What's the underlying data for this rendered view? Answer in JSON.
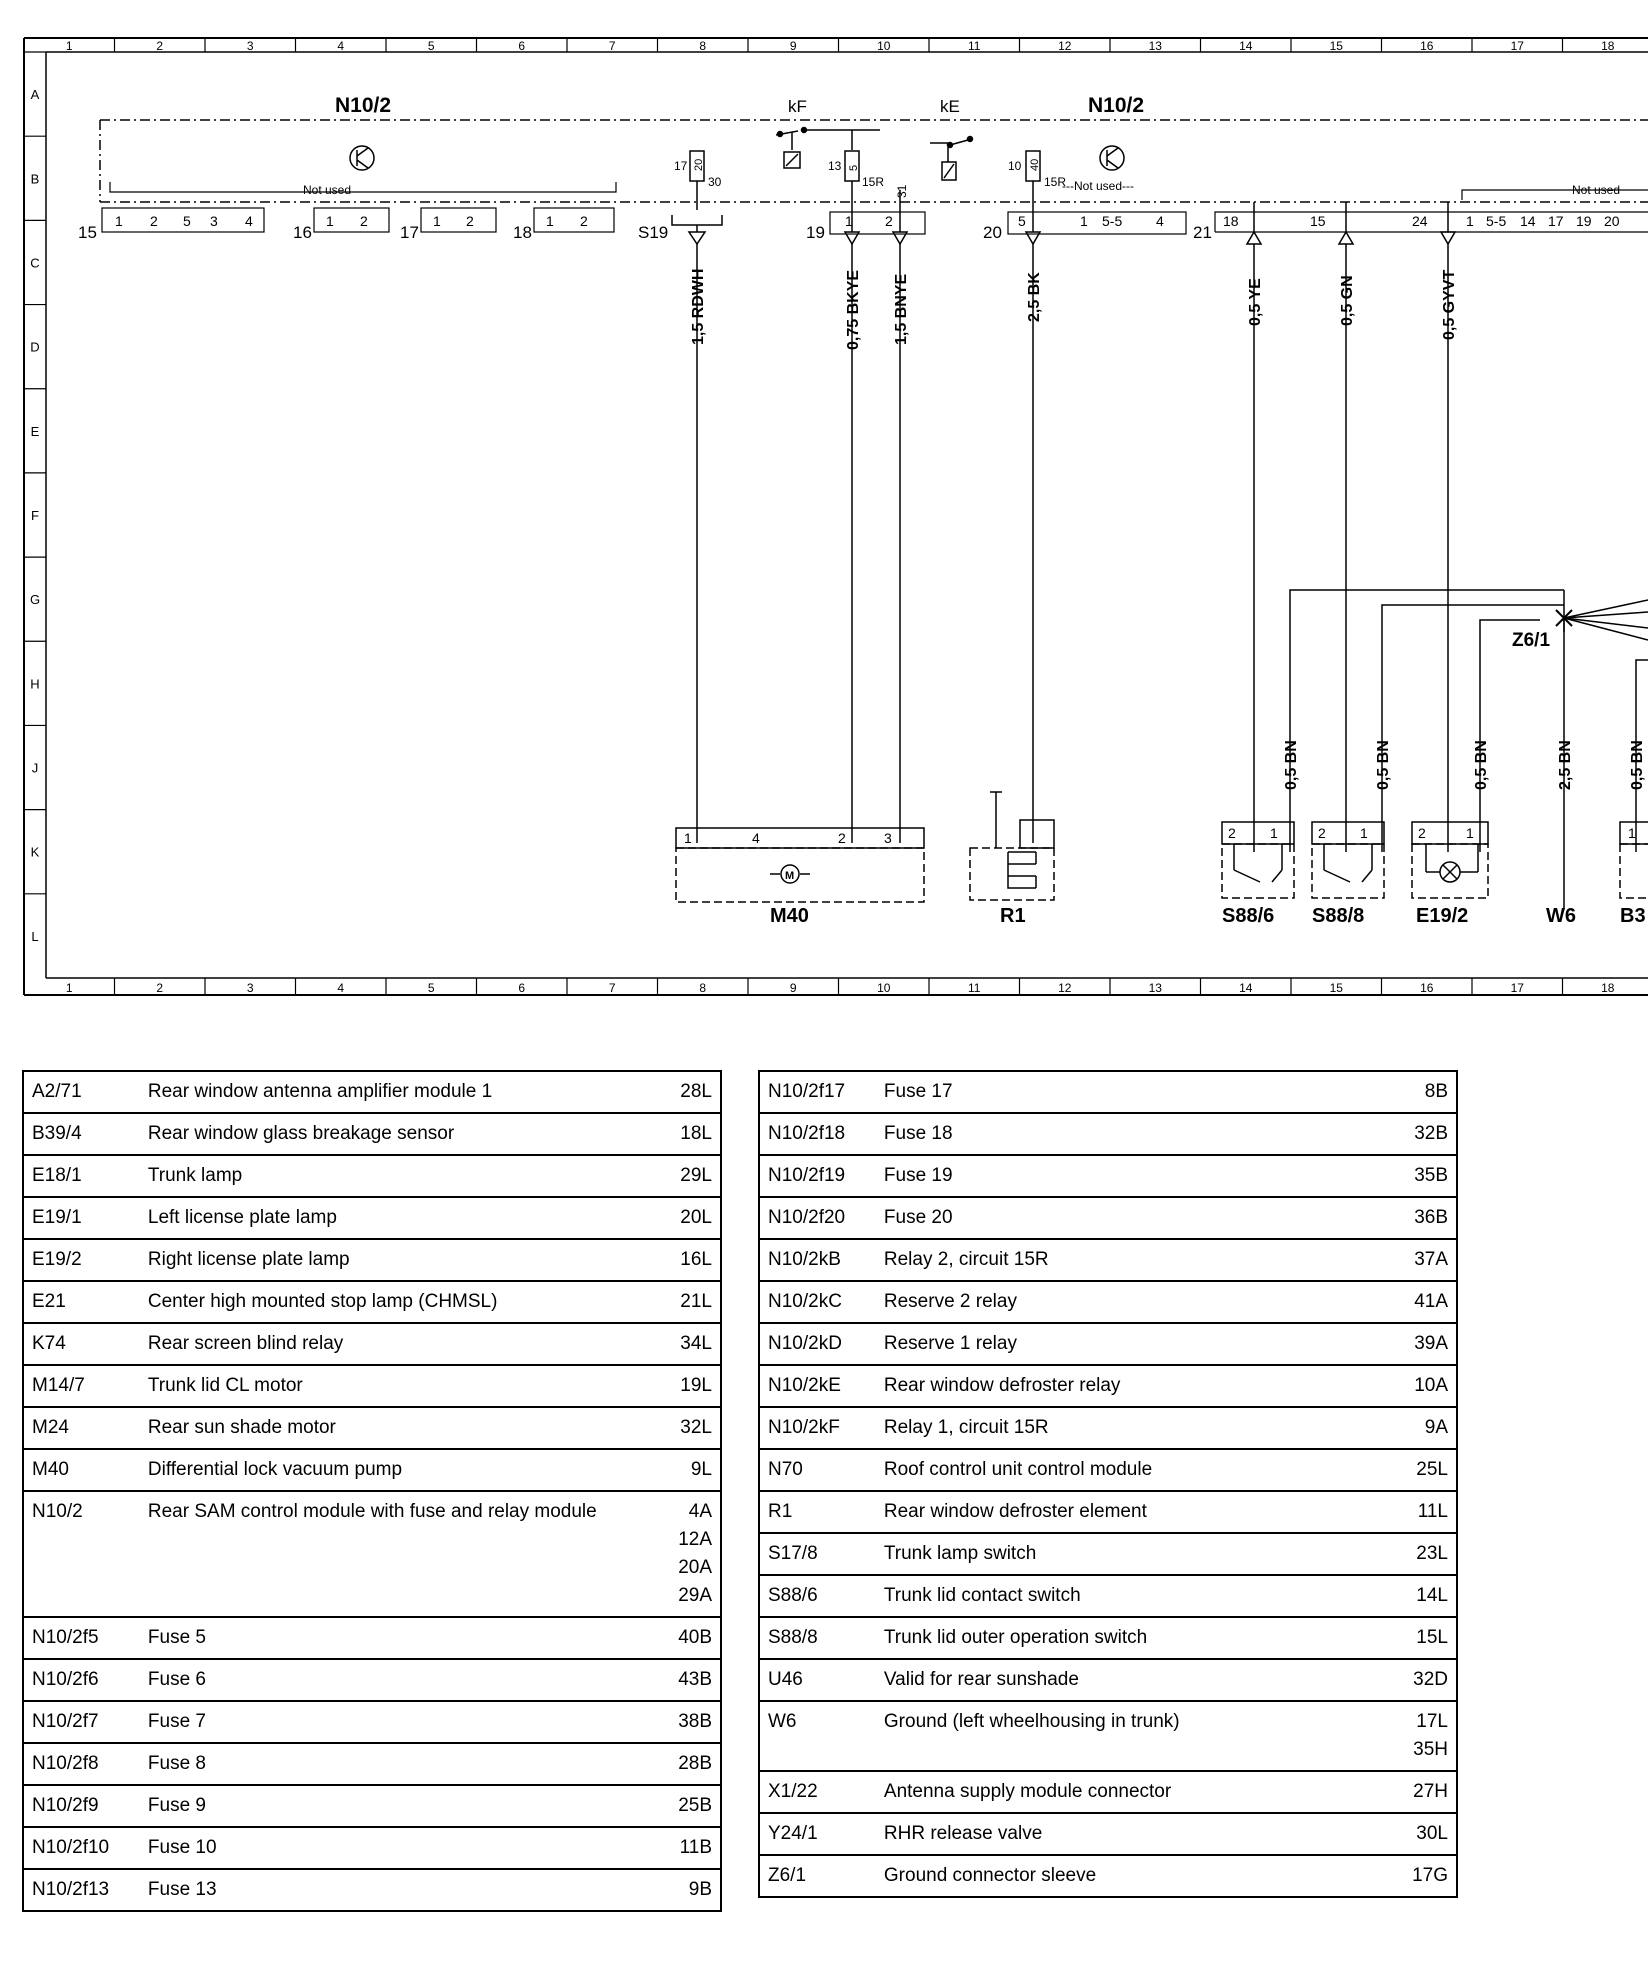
{
  "grid": {
    "columns": [
      "1",
      "2",
      "3",
      "4",
      "5",
      "6",
      "7",
      "8",
      "9",
      "10",
      "11",
      "12",
      "13",
      "14",
      "15",
      "16",
      "17",
      "18"
    ],
    "rows": [
      "A",
      "B",
      "C",
      "D",
      "E",
      "F",
      "G",
      "H",
      "J",
      "K",
      "L"
    ]
  },
  "modules": {
    "n10_2_left": "N10/2",
    "n10_2_right": "N10/2",
    "relay_kf": "kF",
    "relay_ke": "kE",
    "not_used_left": "Not used",
    "not_used_mid": "---Not used---",
    "not_used_right": "Not used"
  },
  "connectors": {
    "c15": {
      "label": "15",
      "pins": [
        "1",
        "2",
        "5",
        "3",
        "4"
      ]
    },
    "c16": {
      "label": "16",
      "pins": [
        "1",
        "2"
      ]
    },
    "c17": {
      "label": "17",
      "pins": [
        "1",
        "2"
      ]
    },
    "c18": {
      "label": "18",
      "pins": [
        "1",
        "2"
      ]
    },
    "c19": {
      "label": "19",
      "pins": [
        "1",
        "2"
      ]
    },
    "c20": {
      "label": "20",
      "pins": [
        "5",
        "1",
        "5-5",
        "4"
      ]
    },
    "c21": {
      "label": "21",
      "pins": [
        "18",
        "15",
        "24",
        "1",
        "5-5",
        "14",
        "17",
        "19",
        "20"
      ]
    },
    "s19": "S19"
  },
  "fuses": {
    "f17": {
      "top": "17",
      "rating": "20",
      "out": "30"
    },
    "f13": {
      "top": "13",
      "rating": "5",
      "out": "15R"
    },
    "f10": {
      "top": "10",
      "rating": "40",
      "out": "15R"
    },
    "pin31": "31"
  },
  "wires": {
    "w_rdwh": "1,5 RDWH",
    "w_bkye": "0,75 BKYE",
    "w_bnye": "1,5 BNYE",
    "w_bk": "2,5 BK",
    "w_ye": "0,5 YE",
    "w_gn": "0,5 GN",
    "w_gyvt": "0,5 GYVT",
    "w_bn1": "0,5 BN",
    "w_bn2": "0,5 BN",
    "w_bn3": "0,5 BN",
    "w_bn4": "2,5 BN",
    "w_bn5": "0,5 BN"
  },
  "components": {
    "m40": {
      "label": "M40",
      "pins": [
        "1",
        "4",
        "2",
        "3"
      ]
    },
    "r1": {
      "label": "R1"
    },
    "s88_6": {
      "label": "S88/6",
      "pins": [
        "2",
        "1"
      ]
    },
    "s88_8": {
      "label": "S88/8",
      "pins": [
        "2",
        "1"
      ]
    },
    "e19_2": {
      "label": "E19/2",
      "pins": [
        "2",
        "1"
      ]
    },
    "w6": {
      "label": "W6"
    },
    "b3": {
      "label": "B3",
      "pins": [
        "1"
      ]
    },
    "z6_1": {
      "label": "Z6/1"
    }
  },
  "legend_left": [
    {
      "code": "A2/71",
      "desc": "Rear window antenna amplifier module 1",
      "loc": [
        "28L"
      ]
    },
    {
      "code": "B39/4",
      "desc": "Rear window glass breakage sensor",
      "loc": [
        "18L"
      ]
    },
    {
      "code": "E18/1",
      "desc": "Trunk lamp",
      "loc": [
        "29L"
      ]
    },
    {
      "code": "E19/1",
      "desc": "Left license plate lamp",
      "loc": [
        "20L"
      ]
    },
    {
      "code": "E19/2",
      "desc": "Right license plate lamp",
      "loc": [
        "16L"
      ]
    },
    {
      "code": "E21",
      "desc": "Center high mounted stop lamp (CHMSL)",
      "loc": [
        "21L"
      ]
    },
    {
      "code": "K74",
      "desc": "Rear screen blind relay",
      "loc": [
        "34L"
      ]
    },
    {
      "code": "M14/7",
      "desc": "Trunk lid CL motor",
      "loc": [
        "19L"
      ]
    },
    {
      "code": "M24",
      "desc": "Rear sun shade motor",
      "loc": [
        "32L"
      ]
    },
    {
      "code": "M40",
      "desc": "Differential lock vacuum pump",
      "loc": [
        "9L"
      ]
    },
    {
      "code": "N10/2",
      "desc": "Rear SAM control module with fuse and relay module",
      "loc": [
        "4A",
        "12A",
        "20A",
        "29A"
      ]
    },
    {
      "code": "N10/2f5",
      "desc": "Fuse 5",
      "loc": [
        "40B"
      ]
    },
    {
      "code": "N10/2f6",
      "desc": "Fuse 6",
      "loc": [
        "43B"
      ]
    },
    {
      "code": "N10/2f7",
      "desc": "Fuse 7",
      "loc": [
        "38B"
      ]
    },
    {
      "code": "N10/2f8",
      "desc": "Fuse 8",
      "loc": [
        "28B"
      ]
    },
    {
      "code": "N10/2f9",
      "desc": "Fuse 9",
      "loc": [
        "25B"
      ]
    },
    {
      "code": "N10/2f10",
      "desc": "Fuse 10",
      "loc": [
        "11B"
      ]
    },
    {
      "code": "N10/2f13",
      "desc": "Fuse 13",
      "loc": [
        "9B"
      ]
    }
  ],
  "legend_right": [
    {
      "code": "N10/2f17",
      "desc": "Fuse 17",
      "loc": [
        "8B"
      ]
    },
    {
      "code": "N10/2f18",
      "desc": "Fuse 18",
      "loc": [
        "32B"
      ]
    },
    {
      "code": "N10/2f19",
      "desc": "Fuse 19",
      "loc": [
        "35B"
      ]
    },
    {
      "code": "N10/2f20",
      "desc": "Fuse 20",
      "loc": [
        "36B"
      ]
    },
    {
      "code": "N10/2kB",
      "desc": "Relay 2, circuit 15R",
      "loc": [
        "37A"
      ]
    },
    {
      "code": "N10/2kC",
      "desc": "Reserve 2 relay",
      "loc": [
        "41A"
      ]
    },
    {
      "code": "N10/2kD",
      "desc": "Reserve 1 relay",
      "loc": [
        "39A"
      ]
    },
    {
      "code": "N10/2kE",
      "desc": "Rear window defroster relay",
      "loc": [
        "10A"
      ]
    },
    {
      "code": "N10/2kF",
      "desc": "Relay 1, circuit 15R",
      "loc": [
        "9A"
      ]
    },
    {
      "code": "N70",
      "desc": "Roof control unit control module",
      "loc": [
        "25L"
      ]
    },
    {
      "code": "R1",
      "desc": "Rear window defroster element",
      "loc": [
        "11L"
      ]
    },
    {
      "code": "S17/8",
      "desc": "Trunk lamp switch",
      "loc": [
        "23L"
      ]
    },
    {
      "code": "S88/6",
      "desc": "Trunk lid contact switch",
      "loc": [
        "14L"
      ]
    },
    {
      "code": "S88/8",
      "desc": "Trunk lid outer operation switch",
      "loc": [
        "15L"
      ]
    },
    {
      "code": "U46",
      "desc": "Valid for rear sunshade",
      "loc": [
        "32D"
      ]
    },
    {
      "code": "W6",
      "desc": "Ground (left wheelhousing in trunk)",
      "loc": [
        "17L",
        "35H"
      ]
    },
    {
      "code": "X1/22",
      "desc": "Antenna supply module connector",
      "loc": [
        "27H"
      ]
    },
    {
      "code": "Y24/1",
      "desc": "RHR release valve",
      "loc": [
        "30L"
      ]
    },
    {
      "code": "Z6/1",
      "desc": "Ground connector sleeve",
      "loc": [
        "17G"
      ]
    }
  ]
}
